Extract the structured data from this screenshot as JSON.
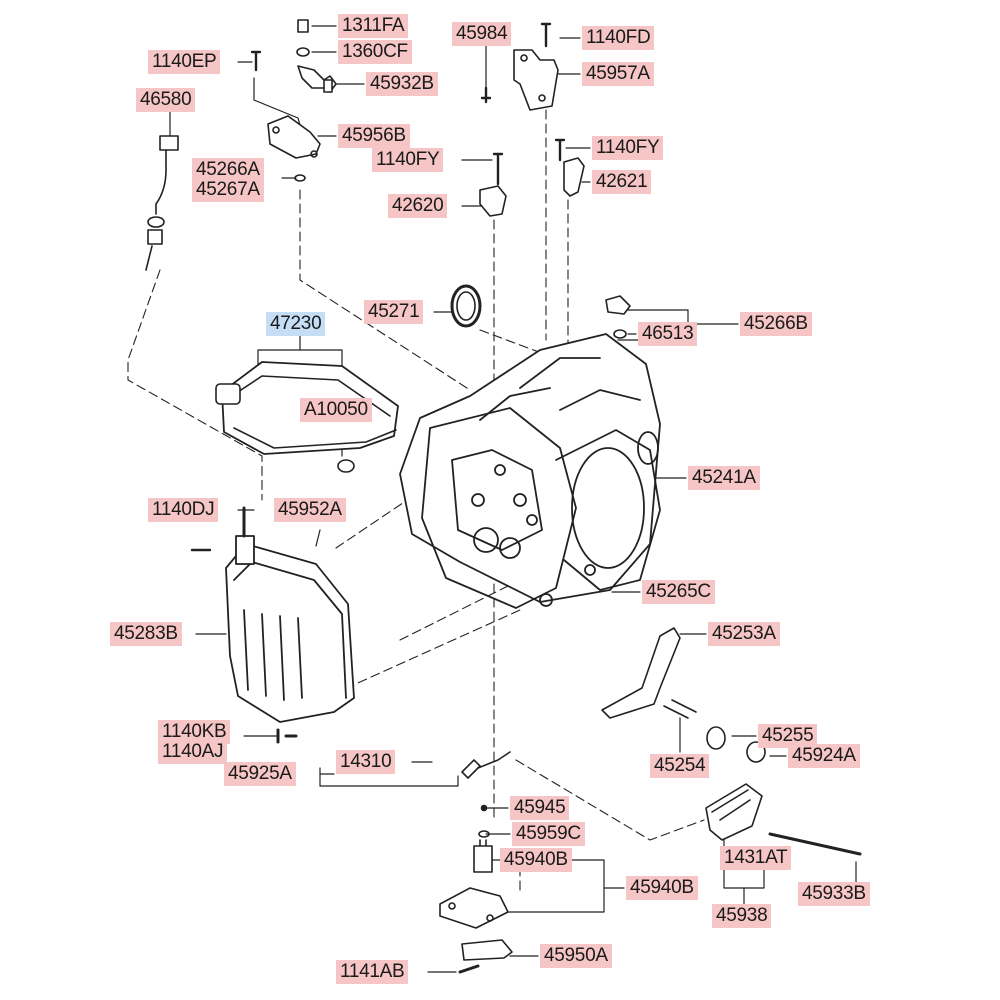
{
  "colors": {
    "part_label_bg": "#f6c6c6",
    "highlight_label_bg": "#c5def5",
    "line": "#222222"
  },
  "part_numbers": {
    "p1311FA": "1311FA",
    "p1360CF": "1360CF",
    "p45932B": "45932B",
    "p1140EP": "1140EP",
    "p46580": "46580",
    "p45956B": "45956B",
    "p45266A": "45266A",
    "p45267A": "45267A",
    "p45984": "45984",
    "p1140FD": "1140FD",
    "p45957A": "45957A",
    "p1140FY_a": "1140FY",
    "p1140FY_b": "1140FY",
    "p42621": "42621",
    "p42620": "42620",
    "p45271": "45271",
    "p46513": "46513",
    "p45266B": "45266B",
    "p47230": "47230",
    "pA10050": "A10050",
    "p45241A": "45241A",
    "p1140DJ": "1140DJ",
    "p45952A": "45952A",
    "p45283B": "45283B",
    "p45265C": "45265C",
    "p45253A": "45253A",
    "p1140KB": "1140KB",
    "p1140AJ": "1140AJ",
    "p45255": "45255",
    "p14310": "14310",
    "p45925A": "45925A",
    "p45254": "45254",
    "p45924A": "45924A",
    "p45945": "45945",
    "p45959C": "45959C",
    "p45940B_a": "45940B",
    "p45940B_b": "45940B",
    "p1431AT": "1431AT",
    "p45933B": "45933B",
    "p45938": "45938",
    "p45950A": "45950A",
    "p1141AB": "1141AB"
  }
}
